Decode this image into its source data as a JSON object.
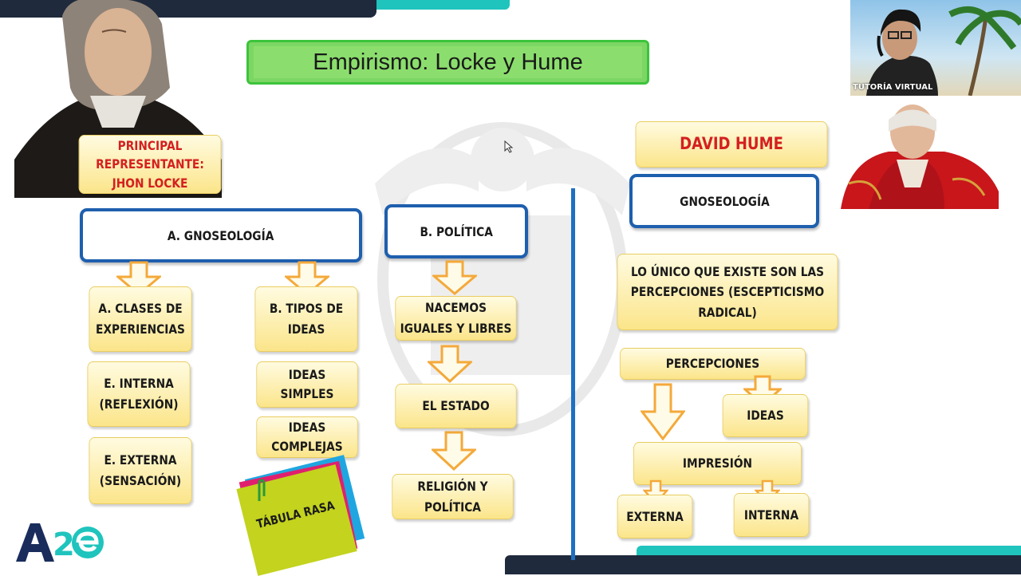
{
  "title": "Empirismo: Locke y Hume",
  "locke": {
    "representative": [
      "PRINCIPAL",
      "REPRESENTANTE:",
      "JHON LOCKE"
    ],
    "gnoseologia": "A. GNOSEOLOGÍA",
    "politica": "B. POLÍTICA",
    "clases": [
      "A. CLASES DE",
      "EXPERIENCIAS"
    ],
    "tipos": [
      "B. TIPOS DE",
      "IDEAS"
    ],
    "interna": [
      "E. INTERNA",
      "(REFLEXIÓN)"
    ],
    "externa": [
      "E. EXTERNA",
      "(SENSACIÓN)"
    ],
    "simples": [
      "IDEAS",
      "SIMPLES"
    ],
    "complejas": [
      "IDEAS",
      "COMPLEJAS"
    ],
    "tabula": "TÁBULA RASA",
    "nacemos": [
      "NACEMOS",
      "IGUALES Y LIBRES"
    ],
    "estado": "EL ESTADO",
    "religion": [
      "RELIGIÓN Y",
      "POLÍTICA"
    ]
  },
  "hume": {
    "name": "DAVID HUME",
    "gnoseologia": "GNOSEOLOGÍA",
    "unico": [
      "LO ÚNICO QUE EXISTE SON LAS",
      "PERCEPCIONES (ESCEPTICISMO",
      "RADICAL)"
    ],
    "percepciones": "PERCEPCIONES",
    "ideas": "IDEAS",
    "impresion": "IMPRESIÓN",
    "externa": "EXTERNA",
    "interna": "INTERNA"
  },
  "video": {
    "label": "TUTORÍA VIRTUAL"
  },
  "logo": {
    "text": "A2e"
  },
  "colors": {
    "accent_blue": "#1e5fae",
    "title_green": "#8bde6d",
    "box_yellow": "#fbe58a",
    "text_red": "#d42020",
    "teal": "#1fc4bd",
    "navy": "#1f2a3c"
  }
}
